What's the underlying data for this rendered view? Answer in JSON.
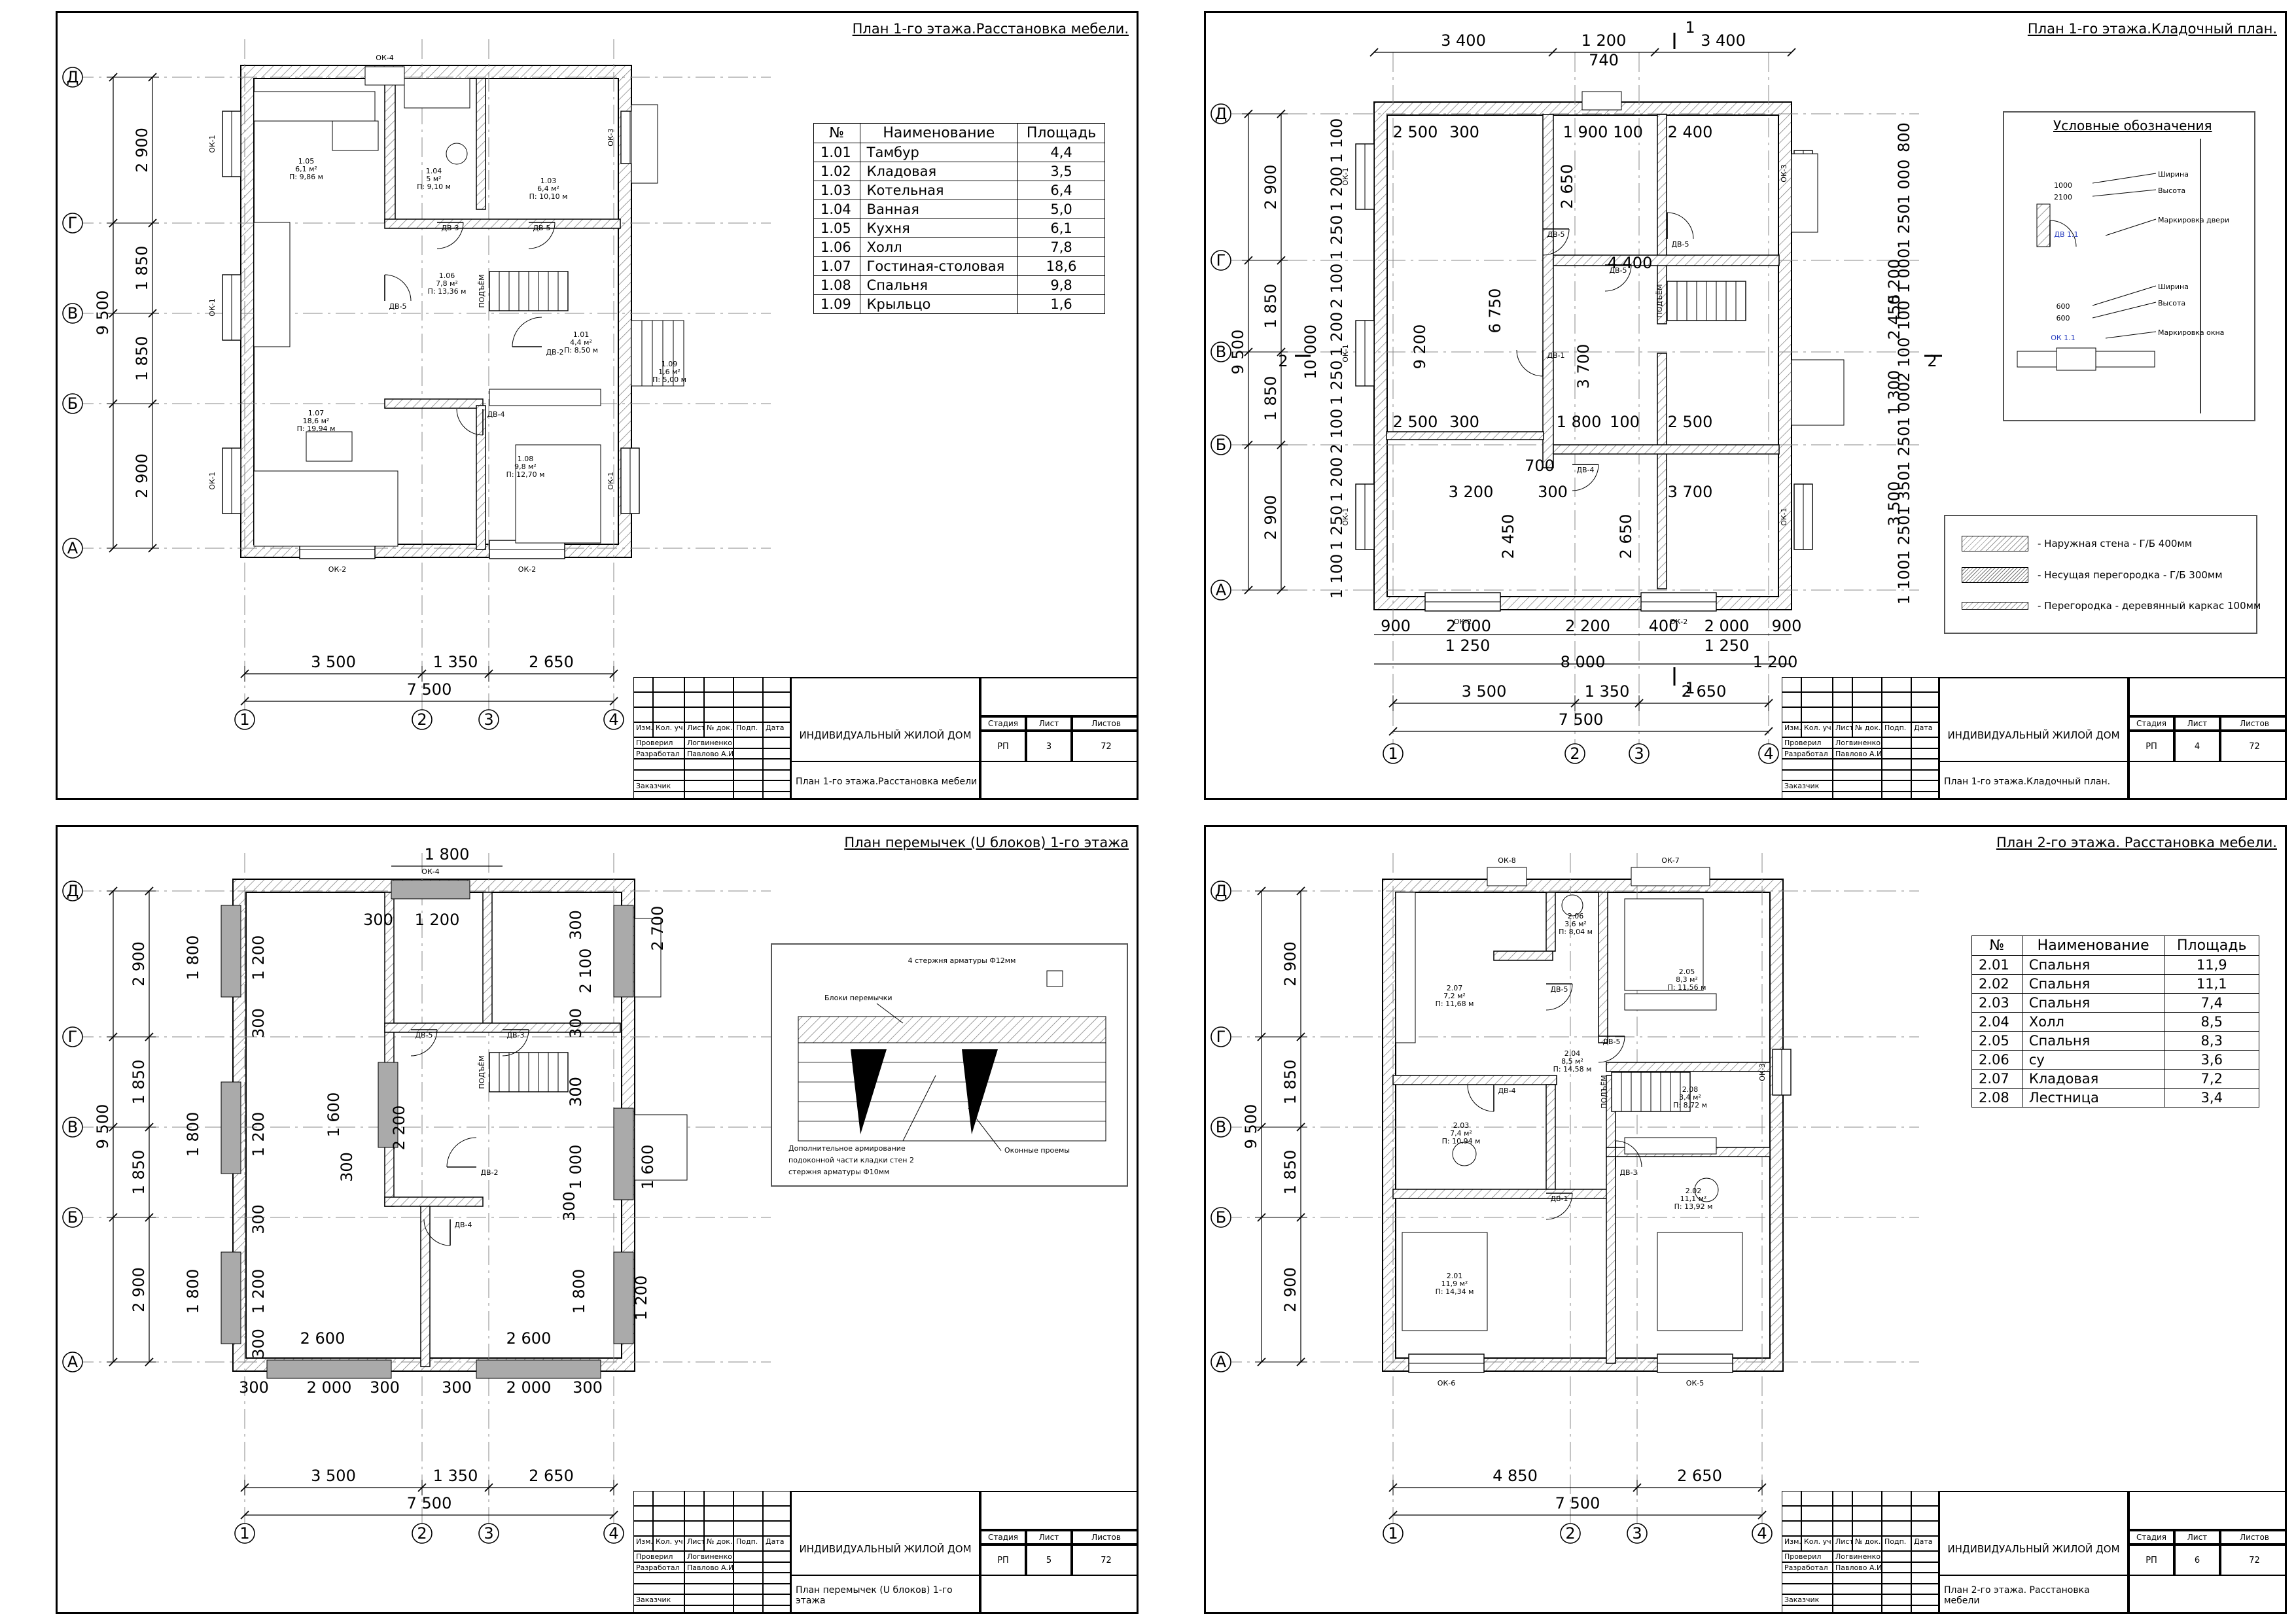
{
  "sheets": [
    {
      "title": "План 1-го этажа.Расстановка мебели.",
      "sheet_no": "3",
      "title_short": "План 1-го этажа.Расстановка мебели",
      "rooms_header": {
        "no": "№",
        "name": "Наименование",
        "area": "Площадь"
      },
      "rooms": [
        {
          "no": "1.01",
          "name": "Тамбур",
          "area": "4,4"
        },
        {
          "no": "1.02",
          "name": "Кладовая",
          "area": "3,5"
        },
        {
          "no": "1.03",
          "name": "Котельная",
          "area": "6,4"
        },
        {
          "no": "1.04",
          "name": "Ванная",
          "area": "5,0"
        },
        {
          "no": "1.05",
          "name": "Кухня",
          "area": "6,1"
        },
        {
          "no": "1.06",
          "name": "Холл",
          "area": "7,8"
        },
        {
          "no": "1.07",
          "name": "Гостиная-столовая",
          "area": "18,6"
        },
        {
          "no": "1.08",
          "name": "Спальня",
          "area": "9,8"
        },
        {
          "no": "1.09",
          "name": "Крыльцо",
          "area": "1,6"
        }
      ],
      "plan_labels": [
        {
          "no": "1.05",
          "area": "6,1 м²",
          "p": "П: 9,86 м"
        },
        {
          "no": "1.04",
          "area": "5 м²",
          "p": "П: 9,10 м"
        },
        {
          "no": "1.03",
          "area": "6,4 м²",
          "p": "П: 10,10 м"
        },
        {
          "no": "1.06",
          "area": "7,8 м²",
          "p": "П: 13,36 м"
        },
        {
          "no": "1.01",
          "area": "4,4 м²",
          "p": "П: 8,50 м"
        },
        {
          "no": "1.09",
          "area": "1,6 м²",
          "p": "П: 5,00 м"
        },
        {
          "no": "1.07",
          "area": "18,6 м²",
          "p": "П: 19,94 м"
        },
        {
          "no": "1.08",
          "area": "9,8 м²",
          "p": "П: 12,70 м"
        }
      ],
      "dims_left": [
        "2 900",
        "1 850",
        "1 850",
        "2 900"
      ],
      "dim_total_left": "9 500",
      "dims_bottom": [
        "3 500",
        "1 350",
        "2 650"
      ],
      "dim_total_bottom": "7 500"
    },
    {
      "title": "План 1-го этажа.Кладочный план.",
      "sheet_no": "4",
      "title_short": "План 1-го этажа.Кладочный план.",
      "dims_top": [
        "3 400",
        "1 200",
        "3 400"
      ],
      "dim_top_mid": "740",
      "section_mark": "1",
      "section_mark_2": "2",
      "dims_left": [
        "2 900",
        "1 850",
        "1 850",
        "2 900"
      ],
      "dim_total_left": "9 500",
      "dims_left_inner": [
        "1 100",
        "1 200",
        "1 250",
        "2 100",
        "1 200",
        "1 250",
        "2 100",
        "1 200",
        "1 250",
        "1 100"
      ],
      "dim_left_big": "10 000",
      "dims_bottom": [
        "3 500",
        "1 350",
        "2 650"
      ],
      "dim_total_bottom": "7 500",
      "dim_total_8000": "8 000",
      "dims_bottom_inner": [
        "900",
        "2 000",
        "2 200",
        "400",
        "2 000",
        "900"
      ],
      "dims_bottom_inner2": [
        "1 250",
        "1 250"
      ],
      "dim_1200": "1 200",
      "inner_dims": [
        "2 500",
        "300",
        "1 900",
        "100",
        "2 400",
        "2 650",
        "4 400",
        "6 750",
        "9 200",
        "3 700",
        "2 500",
        "300",
        "1 800",
        "100",
        "2 500",
        "700",
        "3 200",
        "300",
        "3 700",
        "2 450",
        "2 650",
        "5 200",
        "2 450",
        "1 300",
        "3 500"
      ],
      "dims_right": [
        "800",
        "1 000",
        "1 250",
        "1 000",
        "100",
        "2 100",
        "1 000",
        "1 250",
        "1 350",
        "1 250",
        "1 100"
      ],
      "legend_title": "Условные обозначения",
      "legend_door": {
        "w": "1000",
        "h": "2100",
        "mark": "ДВ 1.1",
        "t1": "Ширина",
        "t2": "Высота",
        "t3": "Маркировка двери"
      },
      "legend_window": {
        "w": "600",
        "h": "600",
        "mark": "ОК 1.1",
        "t1": "Ширина",
        "t2": "Высота",
        "t3": "Маркировка окна"
      },
      "materials": [
        "- Наружная стена - Г/Б 400мм",
        "- Несущая перегородка - Г/Б 300мм",
        "- Перегородка - деревянный каркас 100мм"
      ]
    },
    {
      "title": "План перемычек (U блоков) 1-го этажа",
      "sheet_no": "5",
      "title_short": "План перемычек (U блоков) 1-го этажа",
      "dim_top": "1 800",
      "dims_left": [
        "2 900",
        "1 850",
        "1 850",
        "2 900"
      ],
      "dim_total_left": "9 500",
      "dims_bottom": [
        "3 500",
        "1 350",
        "2 650"
      ],
      "dim_total_bottom": "7 500",
      "inner_dims": [
        "300",
        "1 200",
        "300",
        "2 700",
        "2 100",
        "300",
        "300",
        "300",
        "1 600",
        "2 200",
        "300",
        "1 000",
        "1 600",
        "300",
        "1 800",
        "1 200",
        "300",
        "1 800",
        "1 200",
        "1 800",
        "1 200",
        "1 800",
        "1 200",
        "2 600",
        "2 600",
        "300",
        "2 000",
        "300",
        "300",
        "2 000",
        "300",
        "300",
        "300"
      ],
      "detail": {
        "top_note": "4 стержня арматуры Ф12мм",
        "blocks": "Блоки перемычки",
        "add_note_1": "Дополнительное армирование",
        "add_note_2": "подоконной части кладки стен 2",
        "add_note_3": "стержня арматуры Ф10мм",
        "openings": "Оконные проемы"
      }
    },
    {
      "title": "План 2-го этажа. Расстановка мебели.",
      "sheet_no": "6",
      "title_short": "План 2-го этажа. Расстановка мебели",
      "rooms_header": {
        "no": "№",
        "name": "Наименование",
        "area": "Площадь"
      },
      "rooms": [
        {
          "no": "2.01",
          "name": "Спальня",
          "area": "11,9"
        },
        {
          "no": "2.02",
          "name": "Спальня",
          "area": "11,1"
        },
        {
          "no": "2.03",
          "name": "Спальня",
          "area": "7,4"
        },
        {
          "no": "2.04",
          "name": "Холл",
          "area": "8,5"
        },
        {
          "no": "2.05",
          "name": "Спальня",
          "area": "8,3"
        },
        {
          "no": "2.06",
          "name": "су",
          "area": "3,6"
        },
        {
          "no": "2.07",
          "name": "Кладовая",
          "area": "7,2"
        },
        {
          "no": "2.08",
          "name": "Лестница",
          "area": "3,4"
        }
      ],
      "plan_labels": [
        {
          "no": "2.06",
          "area": "3,6 м²",
          "p": "П: 8,04 м"
        },
        {
          "no": "2.05",
          "area": "8,3 м²",
          "p": "П: 11,56 м"
        },
        {
          "no": "2.07",
          "area": "7,2 м²",
          "p": "П: 11,68 м"
        },
        {
          "no": "2.04",
          "area": "8,5 м²",
          "p": "П: 14,58 м"
        },
        {
          "no": "2.08",
          "area": "3,4 м²",
          "p": "П: 8,72 м"
        },
        {
          "no": "2.03",
          "area": "7,4 м²",
          "p": "П: 10,94 м"
        },
        {
          "no": "2.02",
          "area": "11,1 м²",
          "p": "П: 13,92 м"
        },
        {
          "no": "2.01",
          "area": "11,9 м²",
          "p": "П: 14,34 м"
        }
      ],
      "dims_left": [
        "2 900",
        "1 850",
        "1 850",
        "2 900"
      ],
      "dim_total_left": "9 500",
      "dims_bottom": [
        "4 850",
        "2 650"
      ],
      "dim_total_bottom": "7 500"
    }
  ],
  "axes_letters": [
    "Д",
    "Г",
    "В",
    "Б",
    "А"
  ],
  "axes_numbers": [
    "1",
    "2",
    "3",
    "4"
  ],
  "windows": [
    "ОК-1",
    "ОК-2",
    "ОК-3",
    "ОК-4",
    "ОК-5",
    "ОК-6",
    "ОК-7",
    "ОК-8"
  ],
  "doors": [
    "ДВ-1",
    "ДВ-2",
    "ДВ-3",
    "ДВ-4",
    "ДВ-5"
  ],
  "stair_label": "ПОДЪЁМ",
  "titleblock": {
    "cols": [
      "Изм.",
      "Кол. уч",
      "Лист",
      "№ док.",
      "Подп.",
      "Дата"
    ],
    "checked": "Проверил",
    "checked_name": "Логвиненко Д.В.",
    "developed": "Разработал",
    "developed_name": "Павлово А.И.",
    "customer": "Заказчик",
    "project": "ИНДИВИДУАЛЬНЫЙ ЖИЛОЙ ДОМ",
    "stage_h": "Стадия",
    "sheet_h": "Лист",
    "sheets_h": "Листов",
    "stage": "РП",
    "total": "72"
  },
  "colors": {
    "ink": "#000000",
    "grid": "#888888",
    "hatch": "#999999",
    "accent": "#2a3fbf"
  }
}
